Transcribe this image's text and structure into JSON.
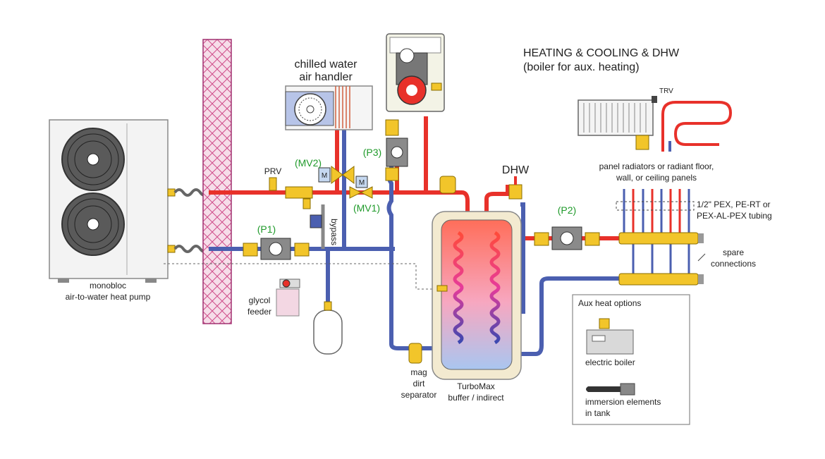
{
  "title": {
    "line1": "HEATING & COOLING & DHW",
    "line2": "(boiler for aux. heating)"
  },
  "labels": {
    "chilled_water_1": "chilled water",
    "chilled_water_2": "air handler",
    "prv": "PRV",
    "mv2": "(MV2)",
    "mv1": "(MV1)",
    "p3": "(P3)",
    "p1": "(P1)",
    "p2": "(P2)",
    "bypass": "bypass",
    "dhw": "DHW",
    "heat_pump_1": "monobloc",
    "heat_pump_2": "air-to-water heat pump",
    "glycol_1": "glycol",
    "glycol_2": "feeder",
    "mag_1": "mag",
    "mag_2": "dirt",
    "mag_3": "separator",
    "tank_1": "TurboMax",
    "tank_2": "buffer / indirect",
    "panel_1": "panel radiators or radiant floor,",
    "panel_2": "wall, or ceiling panels",
    "pex_1": "1/2\" PEX, PE-RT or",
    "pex_2": "PEX-AL-PEX tubing",
    "spare_1": "spare",
    "spare_2": "connections",
    "trv": "TRV",
    "aux_title": "Aux heat options",
    "electric_boiler": "electric boiler",
    "immersion_1": "immersion elements",
    "immersion_2": "in tank",
    "m_valve": "M"
  },
  "colors": {
    "supply_red": "#e8312a",
    "return_blue": "#4b5fb0",
    "brass": "#f2c52a",
    "pump_gray": "#8a8a8a",
    "label_green": "#1f9a2a",
    "insulation_pink": "#f4d6e4"
  }
}
